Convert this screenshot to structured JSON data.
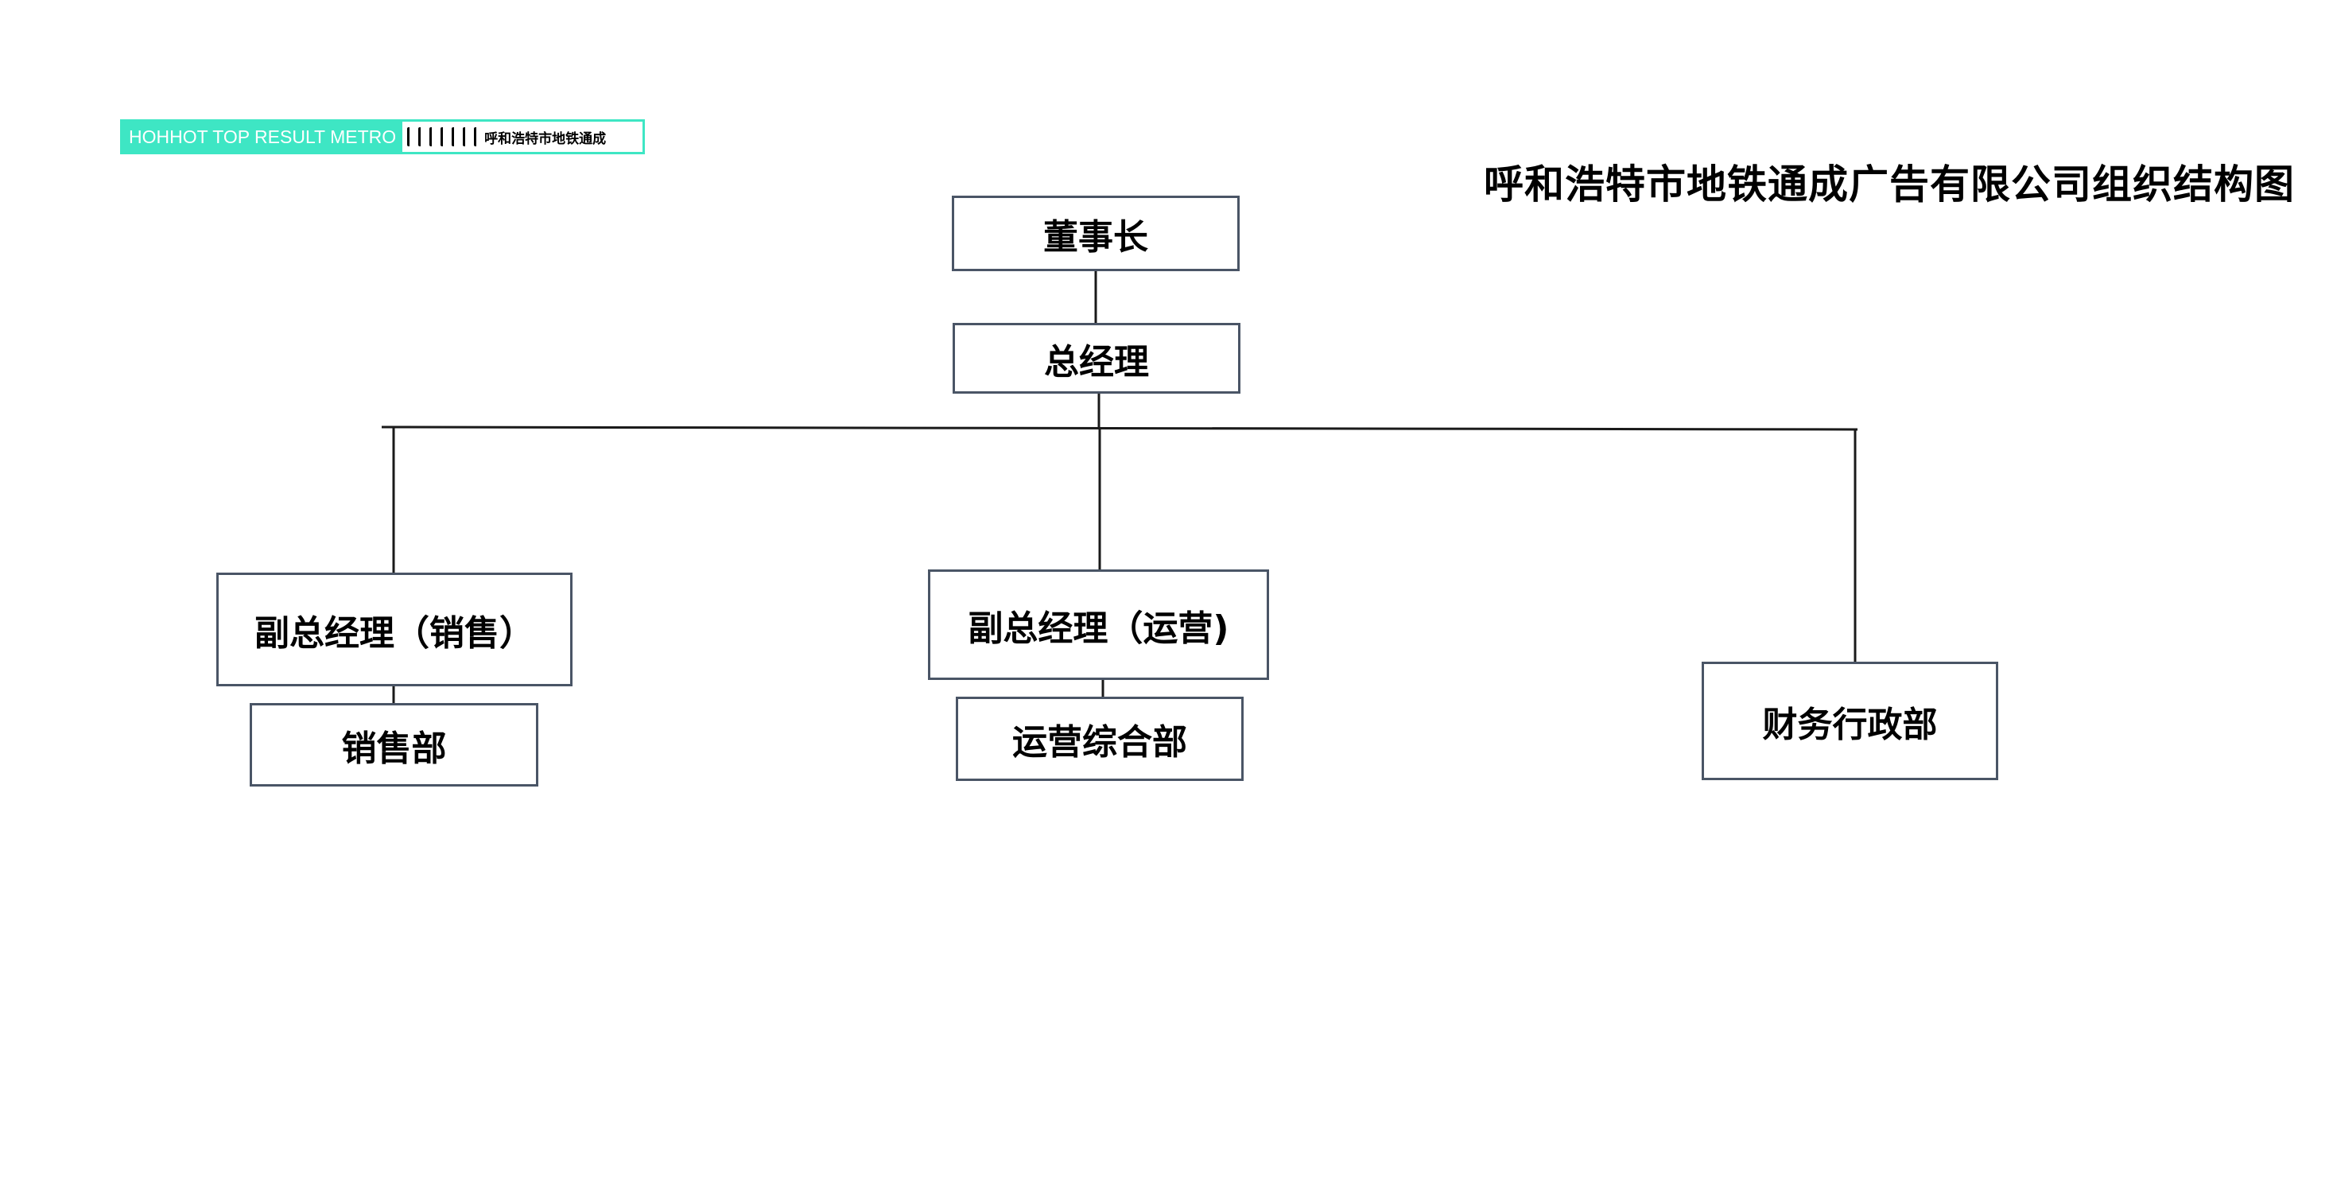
{
  "logo": {
    "english_text": "HOHHOT TOP RESULT METRO",
    "chinese_text": "呼和浩特市地铁通成"
  },
  "title": "呼和浩特市地铁通成广告有限公司组织结构图",
  "nodes": {
    "chairman": "董事长",
    "general_manager": "总经理",
    "deputy_gm_sales": "副总经理（销售）",
    "sales_department": "销售部",
    "deputy_gm_operations": "副总经理（运营)",
    "operations_department": "运营综合部",
    "finance_admin_department": "财务行政部"
  },
  "colors": {
    "logo_accent": "#3ee6c4",
    "box_border": "#4a5566",
    "connector": "#1a1a1a"
  }
}
